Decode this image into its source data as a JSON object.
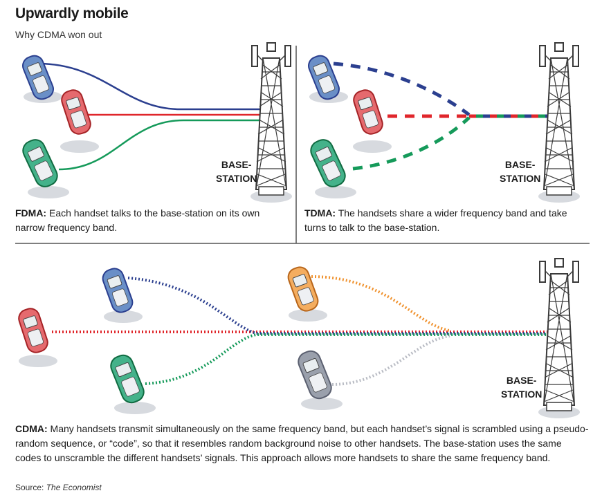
{
  "header": {
    "title": "Upwardly mobile",
    "subtitle": "Why CDMA won out"
  },
  "panels": {
    "fdma": {
      "term": "FDMA:",
      "text": " Each handset talks to the base-station on its own narrow frequency band."
    },
    "tdma": {
      "term": "TDMA:",
      "text": " The handsets share a wider frequency band and take turns to talk to the base-station."
    },
    "cdma": {
      "term": "CDMA:",
      "text": " Many handsets transmit simultaneously on the same frequency band, but each handset’s signal is scrambled using a pseudo-random sequence, or “code”, so that it resembles random background noise to other handsets. The base-station uses the same codes to unscramble the different handsets’ signals. This approach allows more handsets to share the same frequency band."
    }
  },
  "station": {
    "line1": "BASE-",
    "line2": "STATION"
  },
  "source": {
    "prefix": "Source: ",
    "name": "The Economist"
  },
  "colors": {
    "blue": "#2b3f8f",
    "red": "#e0262b",
    "green": "#159a5a",
    "orange": "#f0922e",
    "grey": "#b9bcc4",
    "phone_blue": "#6a8fc7",
    "phone_red": "#e56a6e",
    "phone_green": "#44b28a",
    "phone_orange": "#f4ad5f",
    "phone_grey": "#9aa0ac",
    "divider": "#555555"
  }
}
